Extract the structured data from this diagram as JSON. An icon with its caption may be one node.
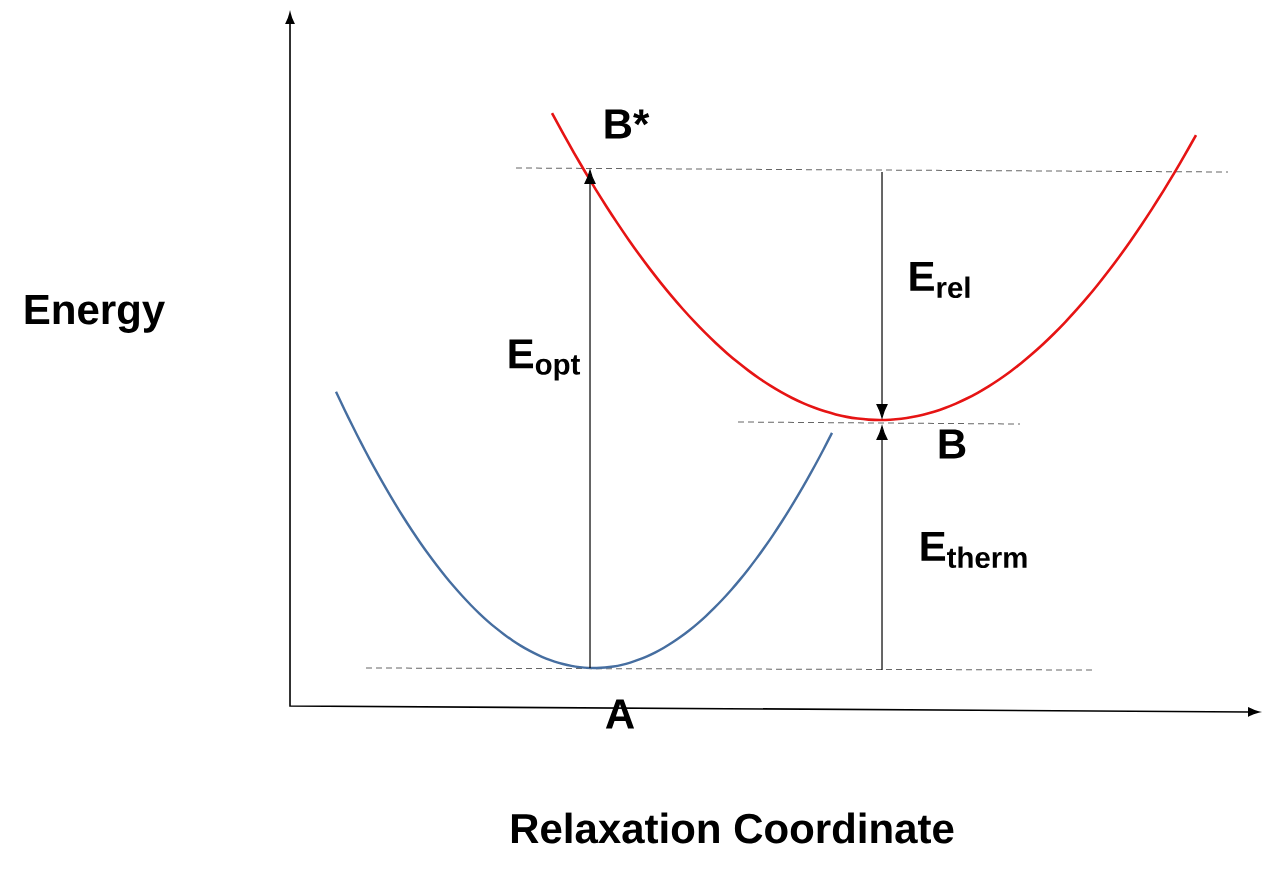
{
  "diagram": {
    "labels": [
      "B*",
      "Energy",
      "E$_{opt}$",
      "E$_{rel}$",
      "B",
      "E$_{therm}$",
      "A",
      "Relaxation Coordinate"
    ]
  }
}
